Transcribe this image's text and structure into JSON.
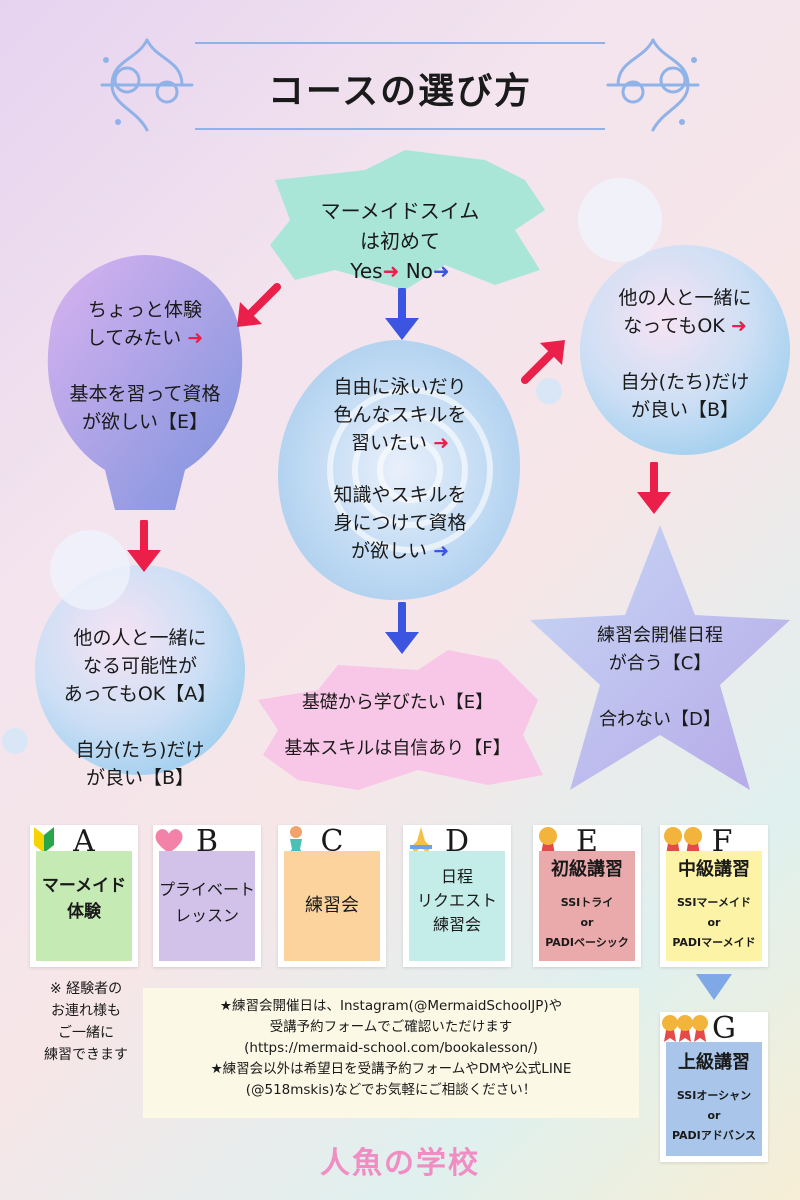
{
  "title": "コースの選び方",
  "start": {
    "line1": "マーメイドスイム",
    "line2": "は初めて",
    "yes": "Yes",
    "no": "No",
    "arrow_right": "➜",
    "arrow_next": "➜"
  },
  "left_shell": {
    "l1": "ちょっと体験",
    "l2": "してみたい",
    "l3": "基本を習って資格",
    "l4": "が欲しい【E】"
  },
  "left_bubble": {
    "l1": "他の人と一緒に",
    "l2": "なる可能性が",
    "l3": "あってもOK【A】",
    "l4": "自分(たち)だけ",
    "l5": "が良い【B】"
  },
  "center_spiral": {
    "l1": "自由に泳いだり",
    "l2": "色んなスキルを",
    "l3": "習いたい",
    "l4": "知識やスキルを",
    "l5": "身につけて資格",
    "l6": "が欲しい"
  },
  "pink_coral": {
    "l1": "基礎から学びたい【E】",
    "l2": "基本スキルは自信あり【F】"
  },
  "right_bubble": {
    "l1": "他の人と一緒に",
    "l2": "なってもOK",
    "l3": "自分(たち)だけ",
    "l4": "が良い【B】"
  },
  "star": {
    "l1": "練習会開催日程",
    "l2": "が合う【C】",
    "l3": "合わない【D】"
  },
  "cards": [
    {
      "letter": "A",
      "main": "マーメイド\n体験",
      "icon": "beginner-mark-icon",
      "color": "#c6eab4"
    },
    {
      "letter": "B",
      "main": "プライベート\nレッスン",
      "icon": "heart-icon",
      "color": "#d2c2ea"
    },
    {
      "letter": "C",
      "main": "練習会",
      "icon": "mermaid-icon",
      "color": "#fcd39c"
    },
    {
      "letter": "D",
      "main": "日程\nリクエスト\n練習会",
      "icon": "praying-hands-icon",
      "color": "#c4ede9"
    },
    {
      "letter": "E",
      "title": "初級講習",
      "sub1": "SSIトライ",
      "sub2": "or",
      "sub3": "PADIベーシック",
      "icon": "one-medal-icon",
      "color": "#eaa9ab"
    },
    {
      "letter": "F",
      "title": "中級講習",
      "sub1": "SSIマーメイド",
      "sub2": "or",
      "sub3": "PADIマーメイド",
      "icon": "two-medals-icon",
      "color": "#fcf3a6"
    },
    {
      "letter": "G",
      "title": "上級講習",
      "sub1": "SSIオーシャン",
      "sub2": "or",
      "sub3": "PADIアドバンス",
      "icon": "three-medals-icon",
      "color": "#a9c6ea"
    }
  ],
  "note": {
    "l1": "※ 経験者の",
    "l2": "お連れ様も",
    "l3": "ご一緒に",
    "l4": "練習できます"
  },
  "info": {
    "l1": "★練習会開催日は、Instagram(@MermaidSchoolJP)や",
    "l2": "受講予約フォームでご確認いただけます",
    "l3": "(https://mermaid-school.com/bookalesson/)",
    "l4": "★練習会以外は希望日を受講予約フォームやDMや公式LINE",
    "l5": "(@518mskis)などでお気軽にご相談ください！"
  },
  "footer": "人魚の学校",
  "colors": {
    "red_arrow": "#ea1f4a",
    "blue_arrow": "#3b55e0",
    "pink_footer": "#f08dc3"
  }
}
